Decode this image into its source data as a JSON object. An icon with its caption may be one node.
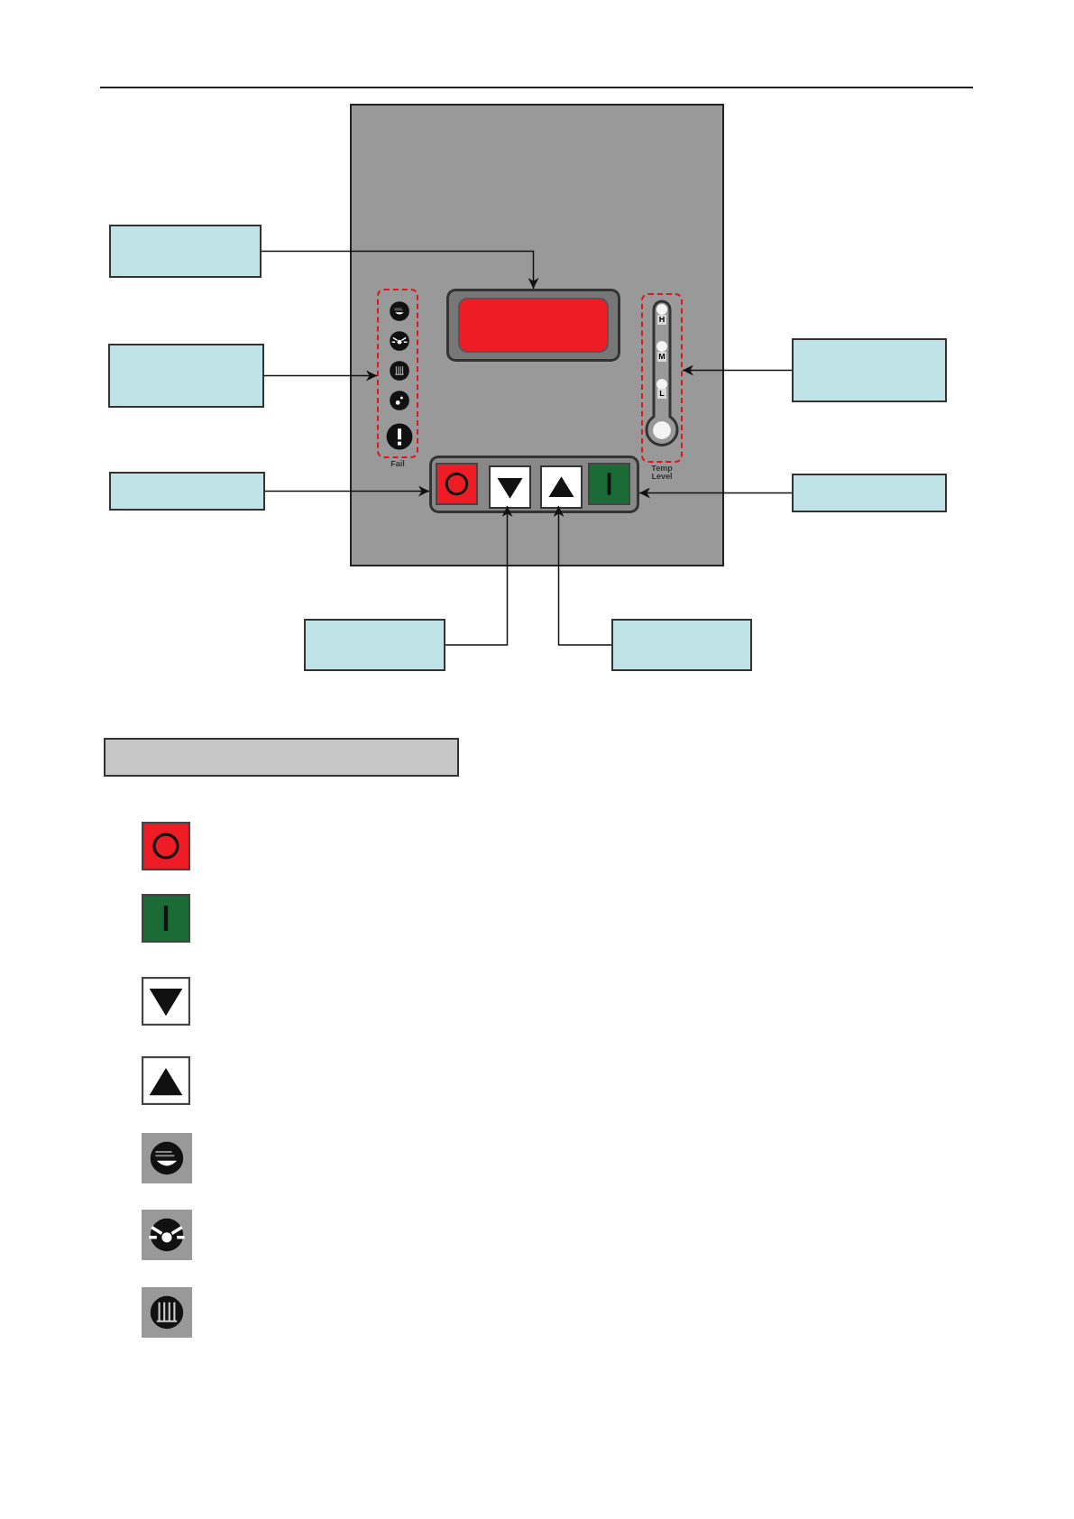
{
  "diagram": {
    "nodes": [
      {
        "text": [],
        "shape": "box"
      },
      {
        "text": [],
        "shape": "box"
      },
      {
        "text": [],
        "shape": "box"
      },
      {
        "text": [],
        "shape": "box",
        "beside": [
          "Fail"
        ]
      },
      {
        "text": [],
        "shape": "box",
        "beside": [
          "Temp Level"
        ]
      },
      {
        "text": [],
        "shape": "box"
      },
      {
        "text": [],
        "shape": "box"
      },
      {
        "text": [],
        "shape": "box"
      },
      {
        "text": [],
        "shape": "box"
      },
      {
        "text": [],
        "shape": "box",
        "in": 7
      },
      {
        "text": [],
        "shape": "box",
        "in": 7
      },
      {
        "text": [],
        "shape": "box"
      },
      {
        "text": [],
        "shape": "box"
      },
      {
        "text": [],
        "shape": "bar"
      }
    ],
    "edges": [
      {
        "from": 0,
        "to": 1,
        "arrow": "to"
      },
      {
        "from": 2,
        "to": 3,
        "arrow": "to"
      },
      {
        "from": 5,
        "to": 4,
        "arrow": "to"
      },
      {
        "from": 6,
        "to": 7,
        "arrow": "to"
      },
      {
        "from": 8,
        "to": 7,
        "arrow": "to"
      },
      {
        "from": 11,
        "to": 9,
        "arrow": "to"
      },
      {
        "from": 12,
        "to": 10,
        "arrow": "to"
      }
    ],
    "labels": [
      "H",
      "M",
      "L"
    ]
  }
}
